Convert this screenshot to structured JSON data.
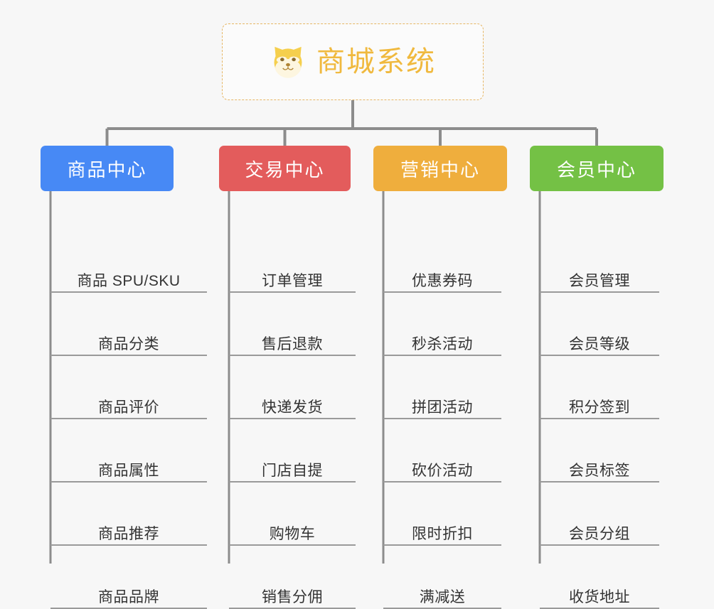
{
  "root": {
    "title": "商城系统",
    "logo_icon": "shiba-dog-icon",
    "border_color": "#e6b664",
    "title_color": "#f0b93e",
    "background": "#fbfbfb"
  },
  "canvas": {
    "background": "#f7f7f7",
    "link_color": "#8c8c8c",
    "leaf_rule_color": "#9a9a9a",
    "leaf_text_color": "#333333"
  },
  "branches": [
    {
      "label": "商品中心",
      "color": "#4789f5",
      "items": [
        "商品 SPU/SKU",
        "商品分类",
        "商品评价",
        "商品属性",
        "商品推荐",
        "商品品牌"
      ]
    },
    {
      "label": "交易中心",
      "color": "#e35c5c",
      "items": [
        "订单管理",
        "售后退款",
        "快递发货",
        "门店自提",
        "购物车",
        "销售分佣"
      ]
    },
    {
      "label": "营销中心",
      "color": "#efae3d",
      "items": [
        "优惠券码",
        "秒杀活动",
        "拼团活动",
        "砍价活动",
        "限时折扣",
        "满减送"
      ]
    },
    {
      "label": "会员中心",
      "color": "#74c145",
      "items": [
        "会员管理",
        "会员等级",
        "积分签到",
        "会员标签",
        "会员分组",
        "收货地址"
      ]
    }
  ]
}
